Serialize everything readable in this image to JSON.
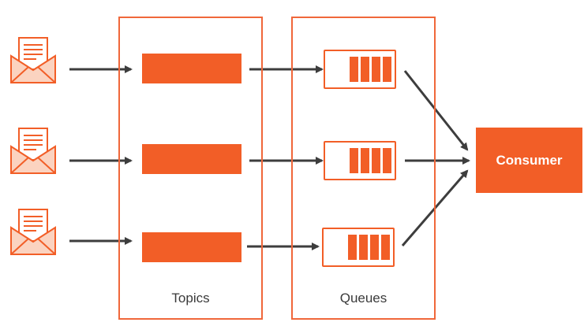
{
  "diagram": {
    "panels": {
      "topics_label": "Topics",
      "queues_label": "Queues"
    },
    "consumer_label": "Consumer",
    "producers": [
      {
        "icon": "envelope-letter-icon"
      },
      {
        "icon": "envelope-letter-icon"
      },
      {
        "icon": "envelope-letter-icon"
      }
    ],
    "topics_count": 3,
    "queues_count": 3,
    "queue_slots_per_queue": 4,
    "colors": {
      "accent": "#f25e27",
      "border": "#f0673a",
      "arrow": "#3d3d3d",
      "text": "#3a3a3a"
    }
  }
}
